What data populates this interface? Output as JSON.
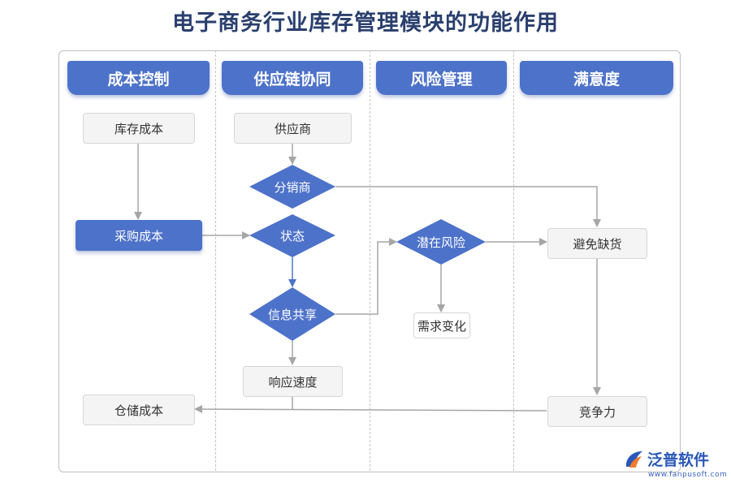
{
  "title": "电子商务行业库存管理模块的功能作用",
  "lanes": [
    "成本控制",
    "供应链协同",
    "风险管理",
    "满意度"
  ],
  "nodes": {
    "inventory_cost": "库存成本",
    "purchase_cost": "采购成本",
    "storage_cost": "仓储成本",
    "supplier": "供应商",
    "distributor": "分销商",
    "status": "状态",
    "info_share": "信息共享",
    "response_speed": "响应速度",
    "potential_risk": "潜在风险",
    "demand_change": "需求变化",
    "avoid_stockout": "避免缺货",
    "competitiveness": "竞争力"
  },
  "logo": {
    "name": "泛普软件",
    "url": "www.fanpusoft.com"
  },
  "colors": {
    "accent": "#4d72c9",
    "title": "#2a3f6e",
    "connector": "#a6a6a6"
  }
}
